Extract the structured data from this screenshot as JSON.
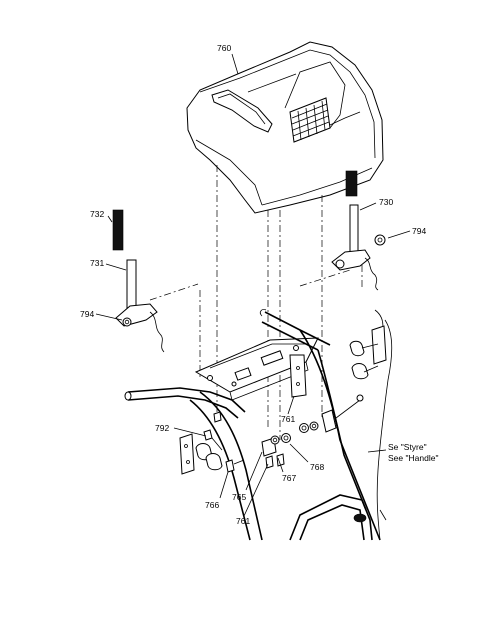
{
  "diagram": {
    "callouts": [
      {
        "id": "760",
        "text": "760"
      },
      {
        "id": "730",
        "text": "730"
      },
      {
        "id": "794a",
        "text": "794"
      },
      {
        "id": "732",
        "text": "732"
      },
      {
        "id": "731",
        "text": "731"
      },
      {
        "id": "794b",
        "text": "794"
      },
      {
        "id": "761a",
        "text": "761"
      },
      {
        "id": "792",
        "text": "792"
      },
      {
        "id": "768",
        "text": "768"
      },
      {
        "id": "767",
        "text": "767"
      },
      {
        "id": "765",
        "text": "765"
      },
      {
        "id": "766",
        "text": "766"
      },
      {
        "id": "761b",
        "text": "761"
      }
    ],
    "note_line1": "Se \"Styre\"",
    "note_line2": "See \"Handle\""
  }
}
